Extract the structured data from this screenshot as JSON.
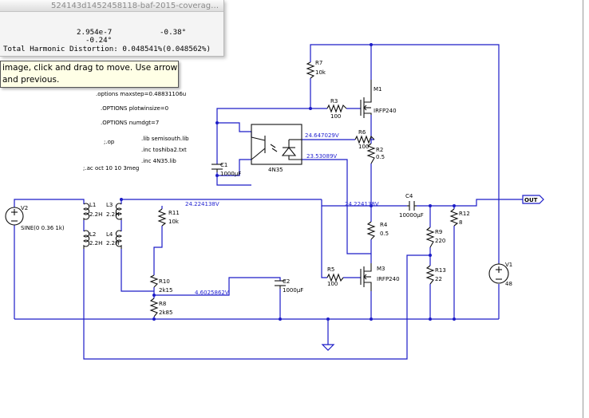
{
  "fft_window": {
    "title": "524143d1452458118-baf-2015-coverag…",
    "row1_value": "2.954e-7",
    "row1_phase": "-0.38°",
    "row2_phase": "-0.24°",
    "thd_label": "Total Harmonic Distortion: 0.048541%(0.048562%)"
  },
  "tooltip": {
    "line1": "image, click and drag to move. Use arrow",
    "line2": "and previous."
  },
  "directives": {
    "maxstep": ".options maxstep=0.48831106u",
    "plotwinsize": ".OPTIONS plotwinsize=0",
    "numdgt": ".OPTIONS numdgt=7",
    "lib": ".lib semisouth.lib",
    "op": ";.op",
    "inc1": ".inc toshiba2.txt",
    "inc2": ".inc 4N35.lib",
    "ac": ";.ac oct 10 10 3meg"
  },
  "components": {
    "r7_name": "R7",
    "r7_value": "10k",
    "r3_name": "R3",
    "r3_value": "100",
    "m1_name": "M1",
    "m1_model": "IRFP240",
    "r6_name": "R6",
    "r6_value": "100",
    "r2_name": "R2",
    "r2_value": "0.5",
    "c1_name": "C1",
    "c1_value": "1000µF",
    "opto_name": "4N35",
    "v2_name": "V2",
    "v2_value": "SINE(0 0.36 1k)",
    "l1_name": "L1",
    "l1_value": "2.2H",
    "l2_name": "L2",
    "l2_value": "2.2H",
    "l3_name": "L3",
    "l3_value": "2.2H",
    "l4_name": "L4",
    "l4_value": "2.2H",
    "r11_name": "R11",
    "r11_value": "10k",
    "r10_name": "R10",
    "r10_value": "2k15",
    "r8_name": "R8",
    "r8_value": "2k85",
    "c2_name": "C2",
    "c2_value": "1000µF",
    "r5_name": "R5",
    "r5_value": "100",
    "m3_name": "M3",
    "m3_model": "IRFP240",
    "r4_name": "R4",
    "r4_value": "0.5",
    "c4_name": "C4",
    "c4_value": "10000µF",
    "r9_name": "R9",
    "r9_value": "220",
    "r13_name": "R13",
    "r13_value": "22",
    "r12_name": "R12",
    "r12_value": "8",
    "v1_name": "V1",
    "v1_value": "48"
  },
  "nets": {
    "upper_opto": "24.647029V",
    "lower_opto": "23.53089V",
    "input_rail": "24.224138V",
    "output_node": "24.224138V",
    "bias_node": "4.6025862V",
    "out_flag": "OUT"
  }
}
